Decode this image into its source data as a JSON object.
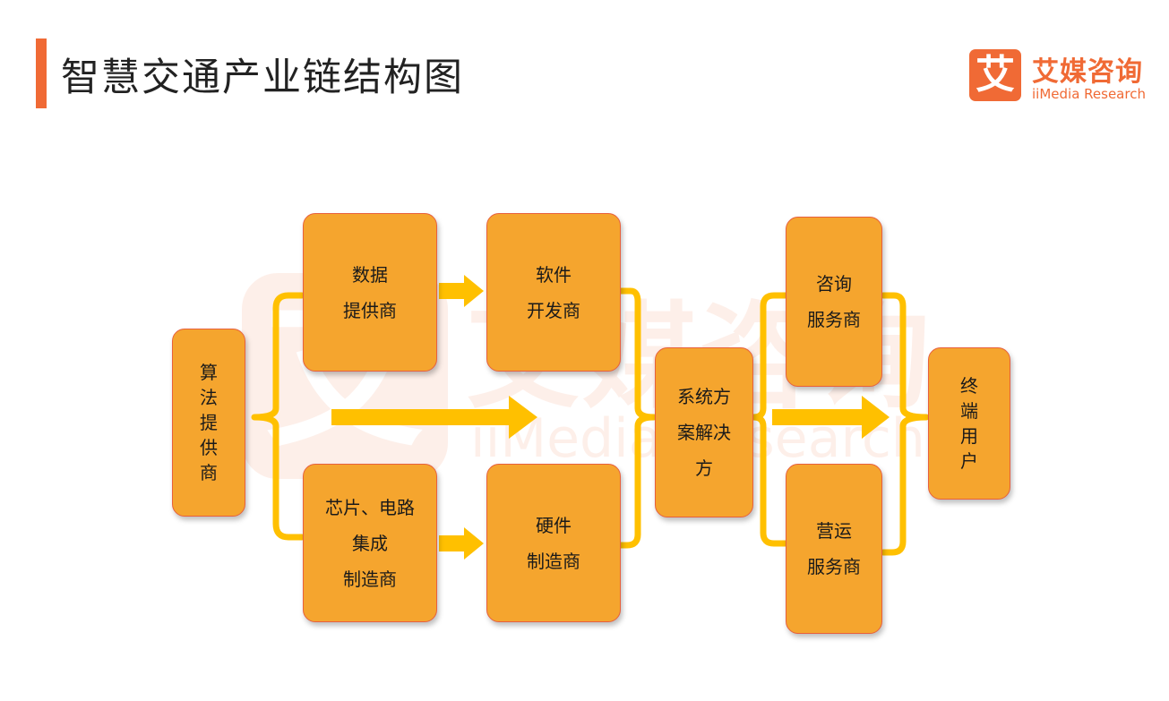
{
  "header": {
    "title": "智慧交通产业链结构图",
    "accent_color": "#f06a35"
  },
  "logo": {
    "mark": "艾",
    "name_cn": "艾媒咨询",
    "name_en": "iiMedia Research",
    "color": "#f06a35"
  },
  "diagram": {
    "node_fill": "#f5a52e",
    "node_border": "#e8603c",
    "connector_color": "#ffc000",
    "nodes": {
      "algorithm": "算\n法\n提\n供\n商",
      "data": "数据\n提供商",
      "chip": "芯片、电路\n集成\n制造商",
      "software": "软件\n开发商",
      "hardware": "硬件\n制造商",
      "solution": "系统方\n案解决\n方",
      "consulting": "咨询\n服务商",
      "operation": "营运\n服务商",
      "end_user": "终\n端\n用\n户"
    }
  }
}
